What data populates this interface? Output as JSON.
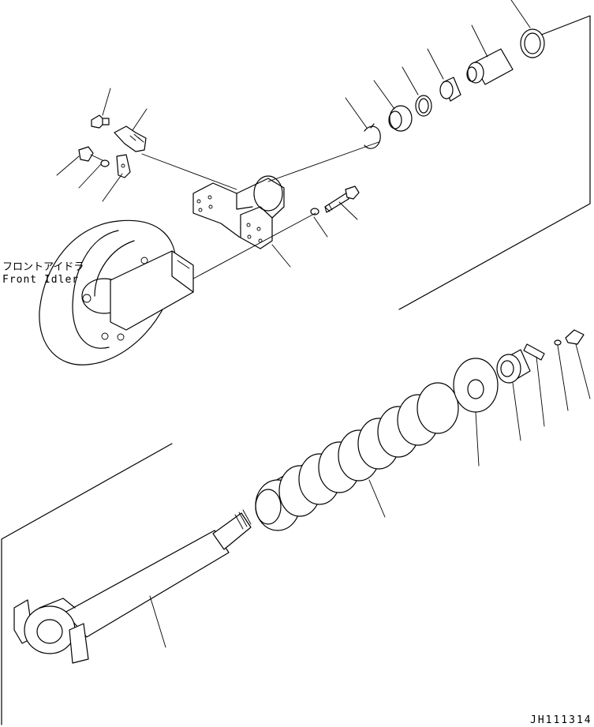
{
  "labels": {
    "front_idler_jp": "フロントアイドラ",
    "front_idler_en": "Front Idler",
    "drawing_code": "JH111314"
  }
}
